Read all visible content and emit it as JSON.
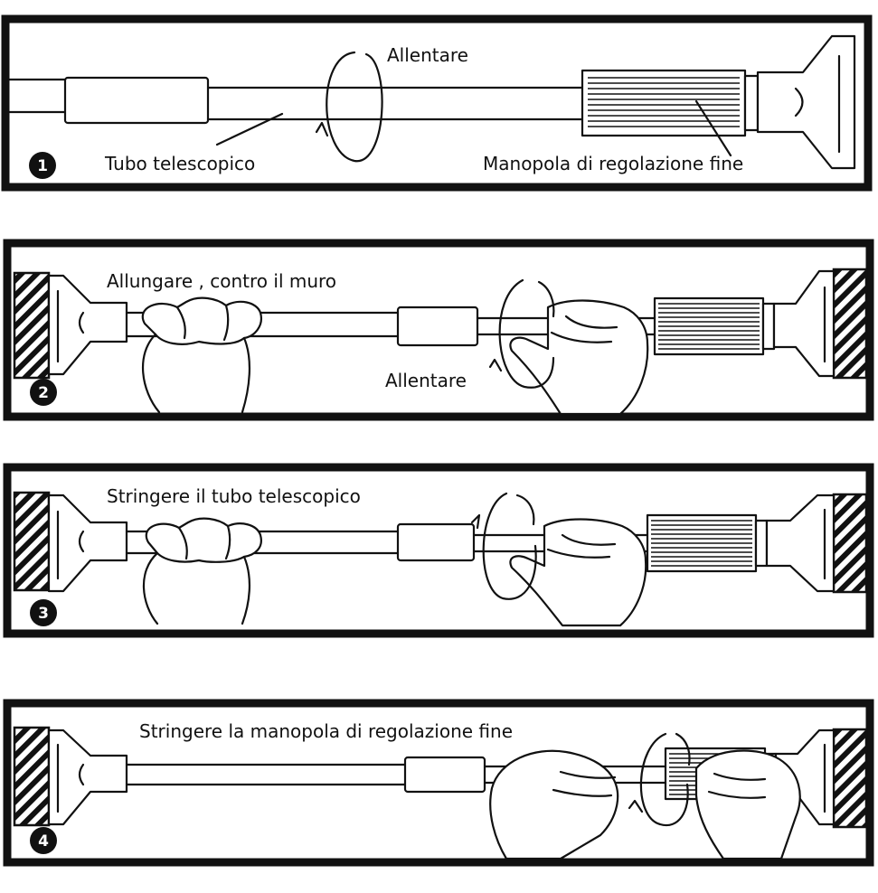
{
  "panels": [
    {
      "number": "1",
      "labels": [
        "Allentare",
        "Tubo telescopico",
        "Manopola di regolazione fine"
      ]
    },
    {
      "number": "2",
      "labels": [
        "Allungare , contro il muro",
        "Allentare"
      ]
    },
    {
      "number": "3",
      "labels": [
        "Stringere il tubo telescopico"
      ]
    },
    {
      "number": "4",
      "labels": [
        "Stringere la manopola di regolazione fine"
      ]
    }
  ],
  "colors": {
    "ink": "#111111",
    "paper": "#ffffff"
  }
}
